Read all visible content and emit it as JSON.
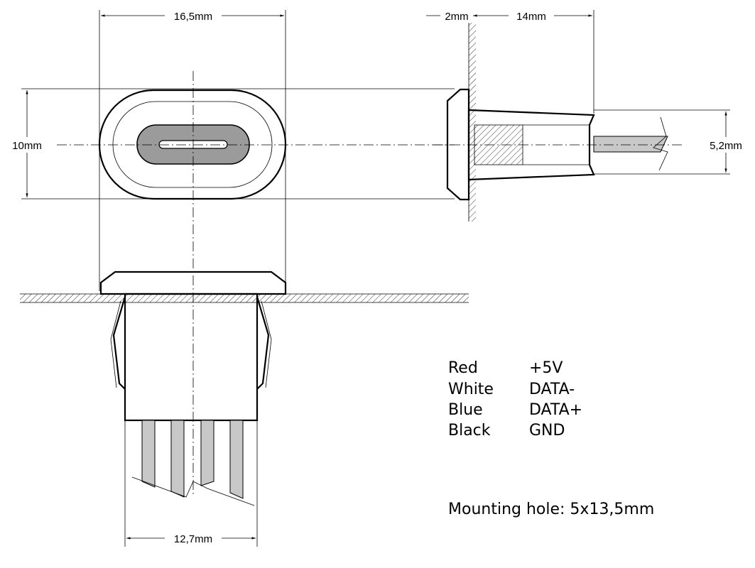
{
  "dimensions": {
    "width_top": "16,5mm",
    "height_left": "10mm",
    "flange_thickness": "2mm",
    "body_depth": "14mm",
    "cable_diameter": "5,2mm",
    "bottom_width": "12,7mm"
  },
  "wiring": {
    "rows": [
      {
        "color": "Red",
        "signal": "+5V"
      },
      {
        "color": "White",
        "signal": "DATA-"
      },
      {
        "color": "Blue",
        "signal": "DATA+"
      },
      {
        "color": "Black",
        "signal": "GND"
      }
    ]
  },
  "mounting_note": "Mounting hole: 5x13,5mm"
}
